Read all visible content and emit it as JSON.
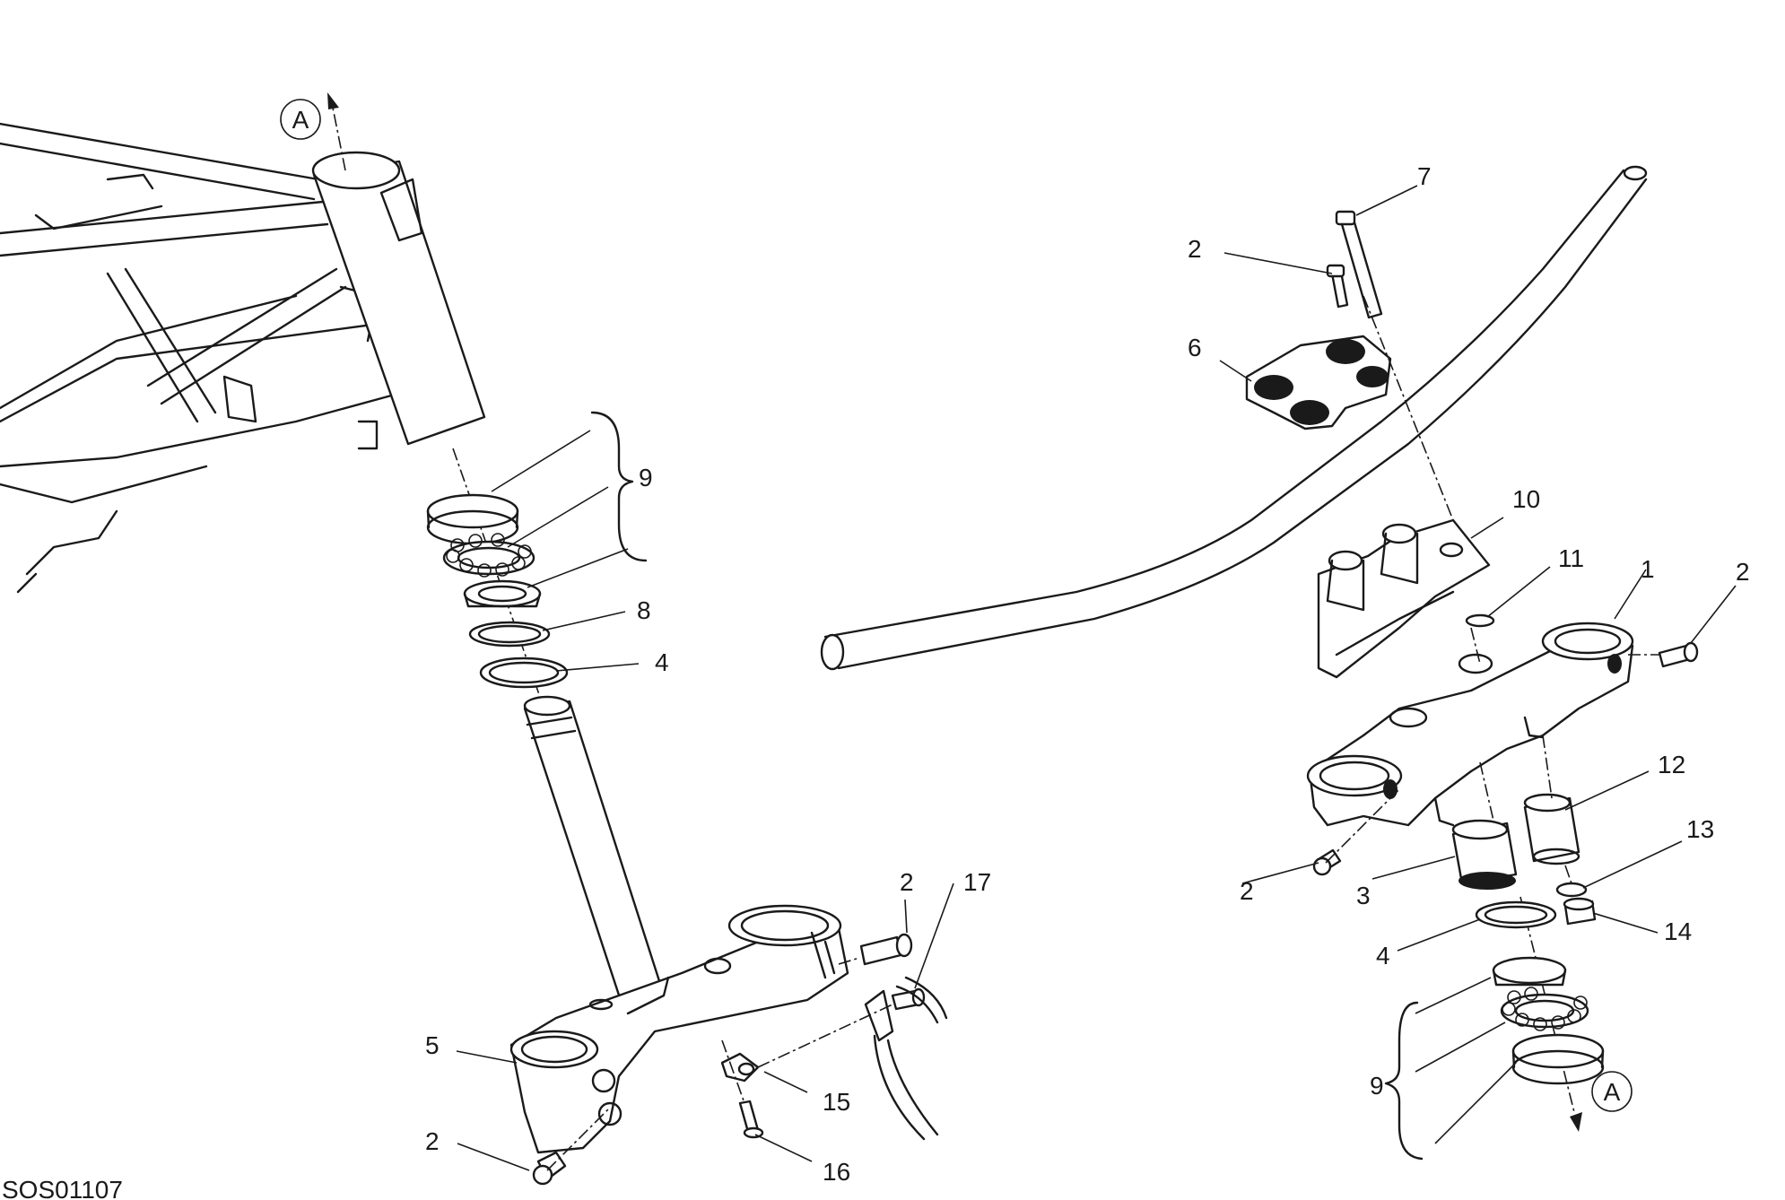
{
  "drawing_code": "SOS01107",
  "reference_marks": {
    "top": "A",
    "bottom": "A"
  },
  "callouts": {
    "c1": "1",
    "c2a": "2",
    "c2b": "2",
    "c2c": "2",
    "c2d": "2",
    "c2e": "2",
    "c3": "3",
    "c4a": "4",
    "c4b": "4",
    "c5": "5",
    "c6": "6",
    "c7": "7",
    "c8": "8",
    "c9a": "9",
    "c9b": "9",
    "c10": "10",
    "c11": "11",
    "c12": "12",
    "c13": "13",
    "c14": "14",
    "c15": "15",
    "c16": "16",
    "c17": "17"
  }
}
